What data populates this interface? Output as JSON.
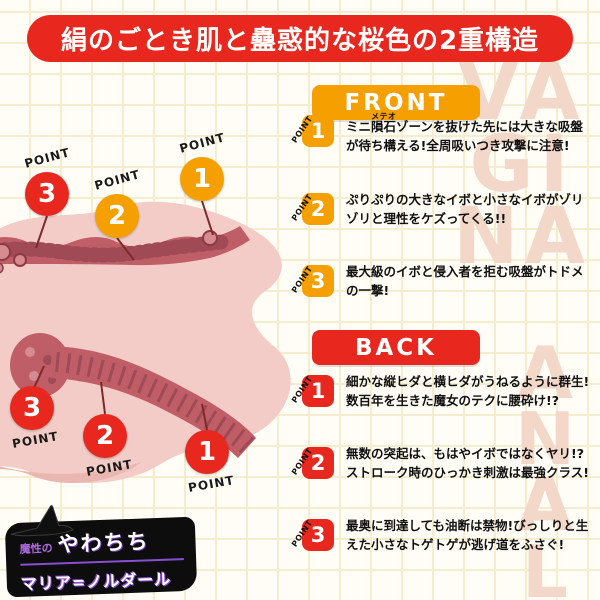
{
  "title": "絹のごとき肌と蠱惑的な桜色の2重構造",
  "watermarks": {
    "top": "VAGINA",
    "bottom": "ANAL"
  },
  "colors": {
    "red": "#e8281e",
    "orange": "#f5a000",
    "grid": "#f5edcd",
    "watermark": "#f3d8ca"
  },
  "front": {
    "heading": "FRONT",
    "points": [
      {
        "label": "POINT",
        "num": "1",
        "pre": "ミニ",
        "ruby_base": "隕石",
        "ruby_text": "メテオ",
        "post": "ゾーンを抜けた先には大きな吸盤が待ち構える!全周吸いつき攻撃に注意!"
      },
      {
        "label": "POINT",
        "num": "2",
        "text": "ぷりぷりの大きなイボと小さなイボがゾリゾリと理性をケズってくる!!"
      },
      {
        "label": "POINT",
        "num": "3",
        "text": "最大級のイボと侵入者を拒む吸盤がトドメの一撃!"
      }
    ]
  },
  "back": {
    "heading": "BACK",
    "points": [
      {
        "label": "POINT",
        "num": "1",
        "text": "細かな縦ヒダと横ヒダがうねるように群生!数百年を生きた魔女のテクに腰砕け!?"
      },
      {
        "label": "POINT",
        "num": "2",
        "text": "無数の突起は、もはやイボではなくヤリ!?ストローク時のひっかき刺激は最強クラス!"
      },
      {
        "label": "POINT",
        "num": "3",
        "text": "最奥に到達しても油断は禁物!びっしりと生えた小さなトゲトゲが逃げ道をふさぐ!"
      }
    ]
  },
  "diagram": {
    "front_callouts": [
      {
        "label": "POINT",
        "num": "3"
      },
      {
        "label": "POINT",
        "num": "2"
      },
      {
        "label": "POINT",
        "num": "1"
      }
    ],
    "back_callouts": [
      {
        "label": "POINT",
        "num": "3"
      },
      {
        "label": "POINT",
        "num": "2"
      },
      {
        "label": "POINT",
        "num": "1"
      }
    ]
  },
  "logo": {
    "kicker": "魔性の",
    "name": "やわちち",
    "subtitle": "マリア=ノルダール"
  }
}
